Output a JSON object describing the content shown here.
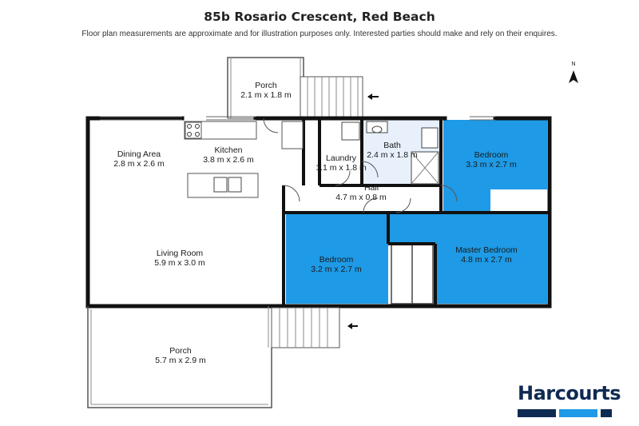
{
  "header": {
    "title": "85b Rosario Crescent, Red Beach",
    "disclaimer": "Floor plan measurements are approximate and for illustration purposes only. Interested parties should make and rely on their enquires."
  },
  "colors": {
    "bedroom_fill": "#1e9ae6",
    "wall": "#111111",
    "bath_fill": "#e8f1fb",
    "brand": "#0f2a52",
    "brand_accent": "#1e9ae6"
  },
  "north_label": "N",
  "rooms": {
    "porch_top": {
      "name": "Porch",
      "size": "2.1 m x 1.8 m"
    },
    "dining": {
      "name": "Dining Area",
      "size": "2.8 m x 2.6 m"
    },
    "kitchen": {
      "name": "Kitchen",
      "size": "3.8 m x 2.6 m"
    },
    "laundry": {
      "name": "Laundry",
      "size": "1.1 m x 1.8 m"
    },
    "bath": {
      "name": "Bath",
      "size": "2.4 m x 1.8 m"
    },
    "bedroom_ne": {
      "name": "Bedroom",
      "size": "3.3 m x 2.7 m"
    },
    "hall": {
      "name": "Hall",
      "size": "4.7 m x 0.8 m"
    },
    "living": {
      "name": "Living Room",
      "size": "5.9 m x 3.0 m"
    },
    "bedroom_mid": {
      "name": "Bedroom",
      "size": "3.2 m x 2.7 m"
    },
    "master": {
      "name": "Master Bedroom",
      "size": "4.8 m x 2.7 m"
    },
    "porch_bottom": {
      "name": "Porch",
      "size": "5.7 m x 2.9 m"
    }
  },
  "brand": {
    "name": "Harcourts",
    "icon": "harcourts-logo-icon"
  }
}
